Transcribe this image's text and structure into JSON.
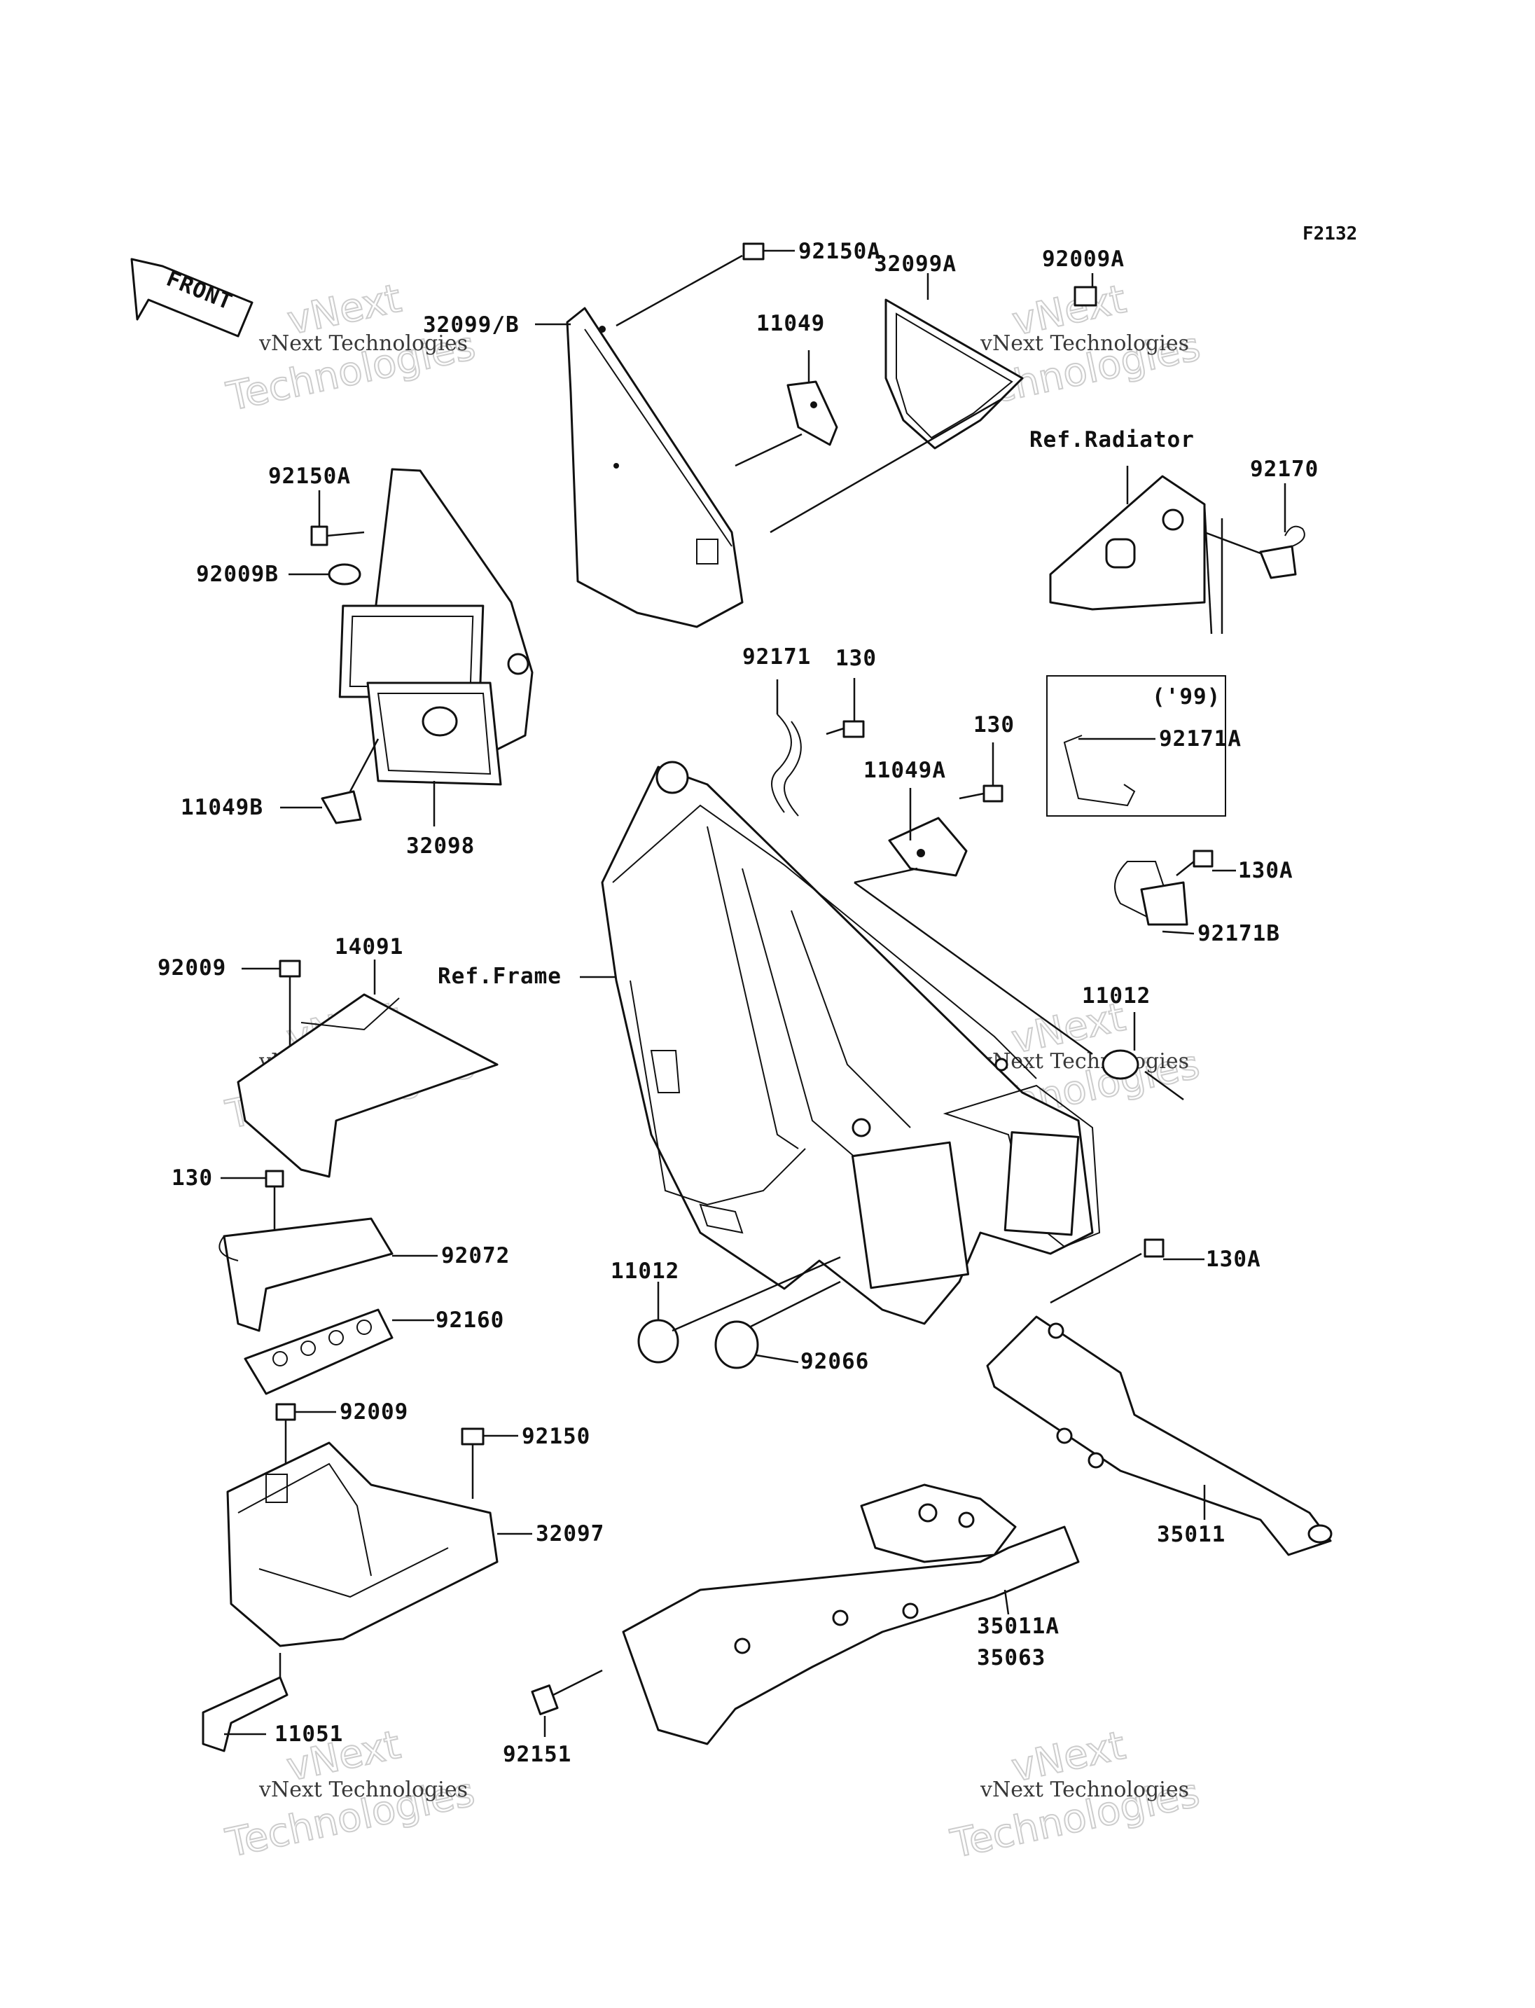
{
  "diagram_code": "F2132",
  "front_label": "FRONT",
  "model_year_note": "('99)",
  "refs": {
    "radiator": "Ref.Radiator",
    "frame": "Ref.Frame"
  },
  "labels": {
    "p92150A_top": "92150A",
    "p32099A": "32099A",
    "p92009A": "92009A",
    "p11049": "11049",
    "p32099B": "32099/B",
    "p92150A_left": "92150A",
    "p92009B": "92009B",
    "p92170": "92170",
    "p92171": "92171",
    "p130_a": "130",
    "p130_b": "130",
    "p11049A": "11049A",
    "p92171A": "92171A",
    "p11049B": "11049B",
    "p32098": "32098",
    "p130A_a": "130A",
    "p92171B": "92171B",
    "p92009_a": "92009",
    "p14091": "14091",
    "p11012_a": "11012",
    "p130_c": "130",
    "p92072": "92072",
    "p92160": "92160",
    "p11012_b": "11012",
    "p92066": "92066",
    "p130A_b": "130A",
    "p92009_b": "92009",
    "p92150": "92150",
    "p32097": "32097",
    "p35011": "35011",
    "p35011A": "35011A",
    "p35063": "35063",
    "p11051": "11051",
    "p92151": "92151"
  },
  "watermark": {
    "line1": "vNext Technologies",
    "line2": "Technologies",
    "line3": "vNext"
  }
}
